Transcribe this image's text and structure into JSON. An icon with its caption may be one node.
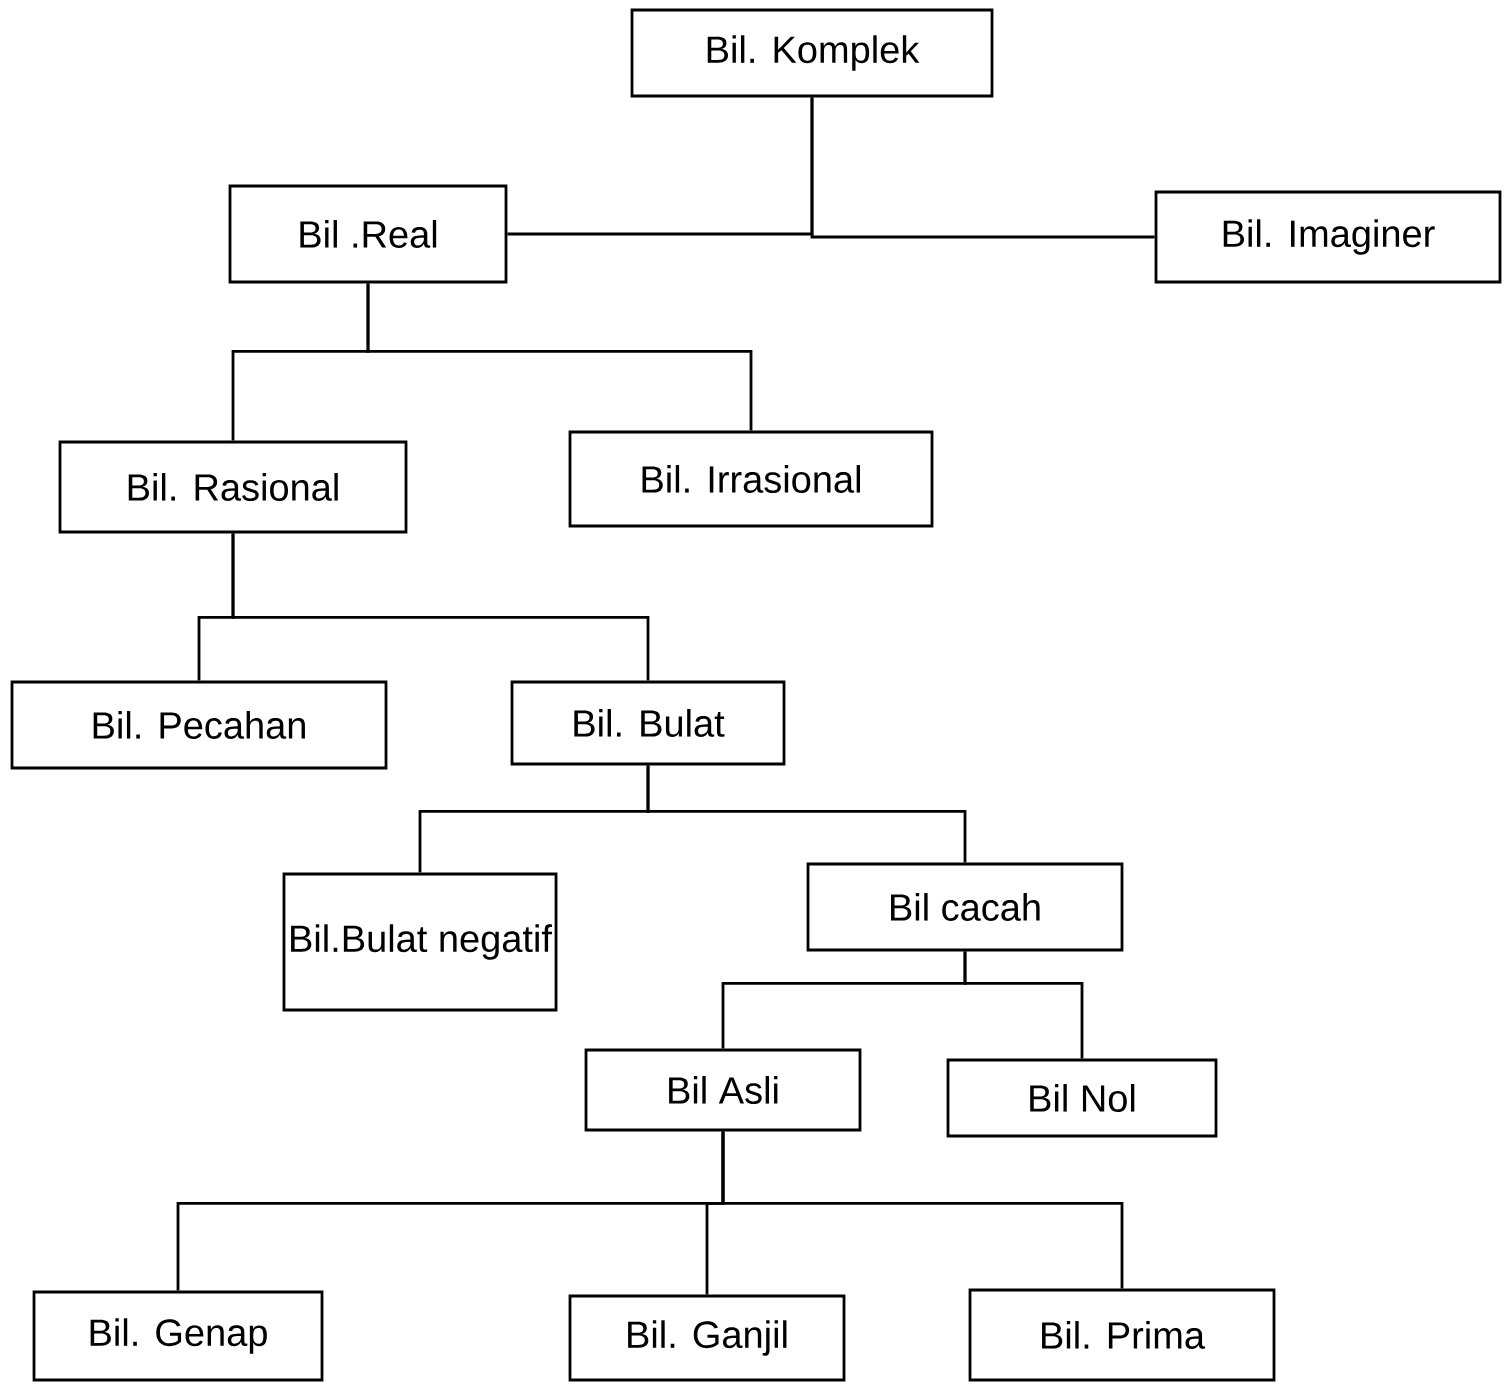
{
  "diagram": {
    "nodes": [
      {
        "text": [
          "Bil. Komplek"
        ]
      },
      {
        "text": [
          "Bil .Real"
        ]
      },
      {
        "text": [
          "Bil. Imaginer"
        ]
      },
      {
        "text": [
          "Bil. Rasional"
        ]
      },
      {
        "text": [
          "Bil. Irrasional"
        ]
      },
      {
        "text": [
          "Bil. Pecahan"
        ]
      },
      {
        "text": [
          "Bil. Bulat"
        ]
      },
      {
        "text": [
          "Bil.Bulat negatif"
        ]
      },
      {
        "text": [
          "Bil cacah"
        ]
      },
      {
        "text": [
          "Bil Asli"
        ]
      },
      {
        "text": [
          "Bil Nol"
        ]
      },
      {
        "text": [
          "Bil. Genap"
        ]
      },
      {
        "text": [
          "Bil. Ganjil"
        ]
      },
      {
        "text": [
          "Bil. Prima"
        ]
      }
    ],
    "edges": [
      {
        "from": 0,
        "to": 1,
        "arrow": "none"
      },
      {
        "from": 0,
        "to": 2,
        "arrow": "none"
      },
      {
        "from": 1,
        "to": 3,
        "arrow": "none"
      },
      {
        "from": 1,
        "to": 4,
        "arrow": "none"
      },
      {
        "from": 3,
        "to": 5,
        "arrow": "none"
      },
      {
        "from": 3,
        "to": 6,
        "arrow": "none"
      },
      {
        "from": 6,
        "to": 7,
        "arrow": "none"
      },
      {
        "from": 6,
        "to": 8,
        "arrow": "none"
      },
      {
        "from": 8,
        "to": 9,
        "arrow": "none"
      },
      {
        "from": 8,
        "to": 10,
        "arrow": "none"
      },
      {
        "from": 9,
        "to": 11,
        "arrow": "none"
      },
      {
        "from": 9,
        "to": 12,
        "arrow": "none"
      },
      {
        "from": 9,
        "to": 13,
        "arrow": "none"
      }
    ]
  }
}
